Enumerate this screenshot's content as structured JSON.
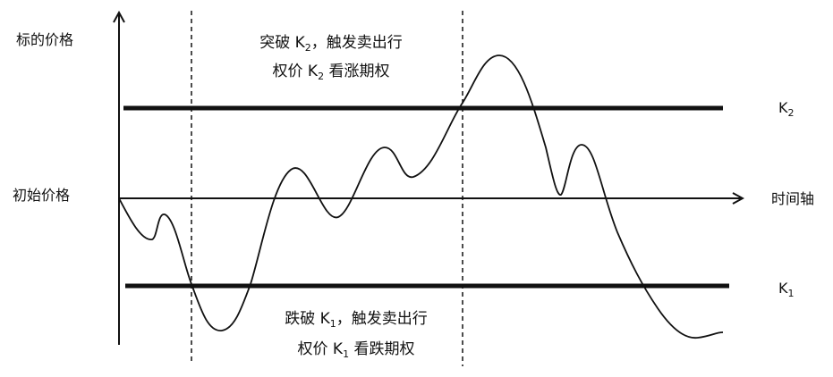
{
  "axes": {
    "y_label": "标的价格",
    "x_label": "时间轴",
    "initial_price": "初始价格"
  },
  "levels": {
    "upper": {
      "main": "K",
      "sub": "2"
    },
    "lower": {
      "main": "K",
      "sub": "1"
    }
  },
  "notes": {
    "upper": {
      "line1": {
        "a": "突破 K",
        "sub": "2",
        "b": "，触发卖出行"
      },
      "line2": {
        "a": "权价 K",
        "sub": "2",
        "b": " 看涨期权"
      }
    },
    "lower": {
      "line1": {
        "a": "跌破 K",
        "sub": "1",
        "b": "，触发卖出行"
      },
      "line2": {
        "a": "权价 K",
        "sub": "1",
        "b": " 看跌期权"
      }
    }
  },
  "colors": {
    "ink": "#111111"
  }
}
